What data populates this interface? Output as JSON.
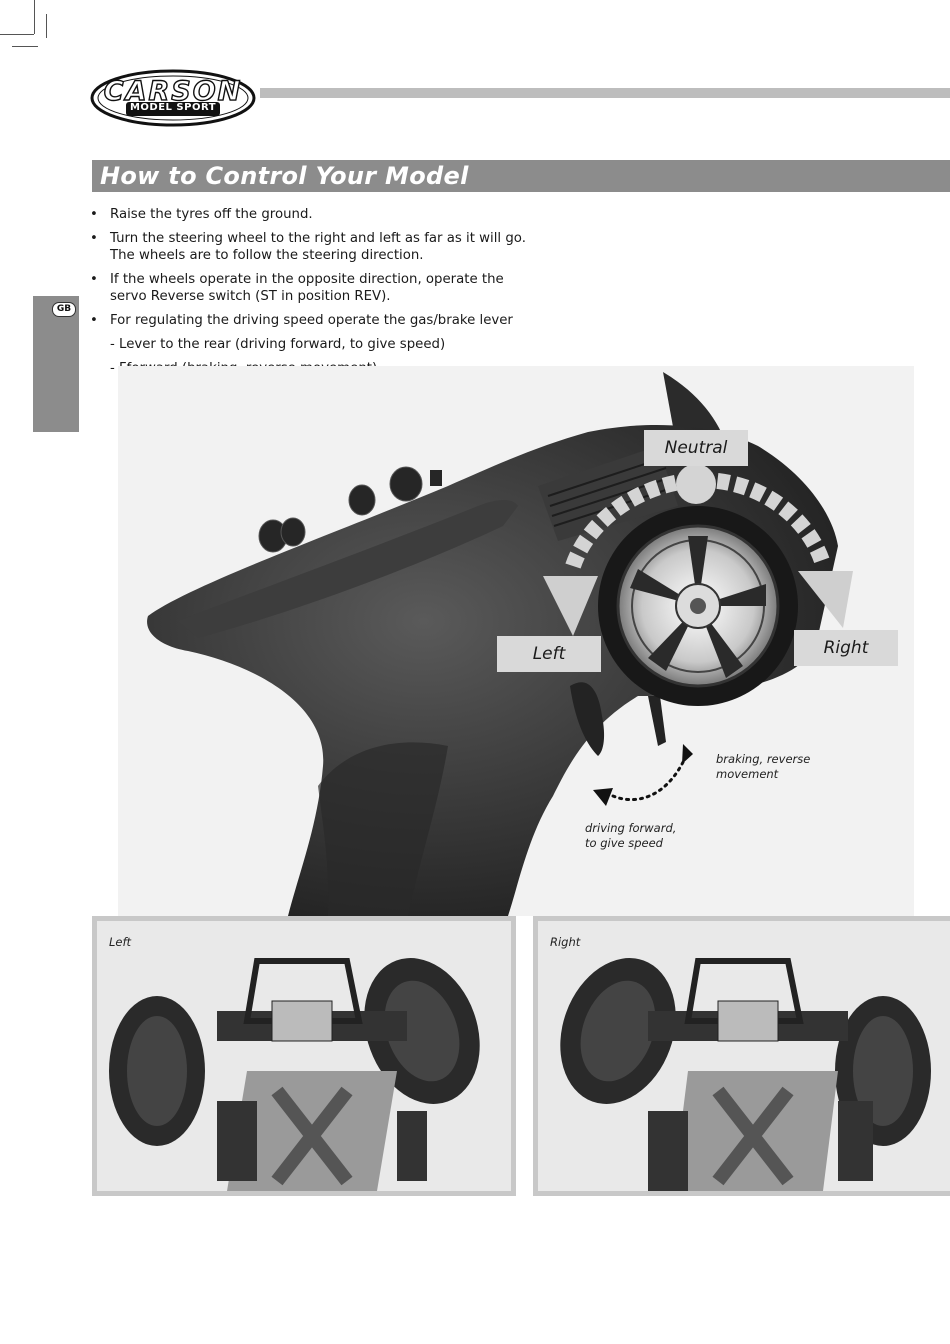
{
  "brand": {
    "logo_name": "CARSON",
    "logo_sub": "MODEL SPORT"
  },
  "section": {
    "title": "How to Control Your Model",
    "language_tab": "GB"
  },
  "instructions": {
    "bullets": [
      "Raise the tyres off the ground.",
      "Turn the steering wheel to the right and left as far as it will go. The wheels are to follow the steering direction.",
      "If the wheels operate in the opposite direction, operate the servo Reverse switch (ST in position REV).",
      "For regulating the driving speed operate the gas/brake lever"
    ],
    "sub_items": [
      "- Lever to the rear (driving forward, to give speed)",
      "- Fforward (braking, reverse movement)"
    ]
  },
  "figure": {
    "labels": {
      "neutral": "Neutral",
      "left": "Left",
      "right": "Right",
      "braking": "braking, reverse movement",
      "forward": "driving forward, to give speed"
    }
  },
  "photos": {
    "left_label": "Left",
    "right_label": "Right"
  }
}
